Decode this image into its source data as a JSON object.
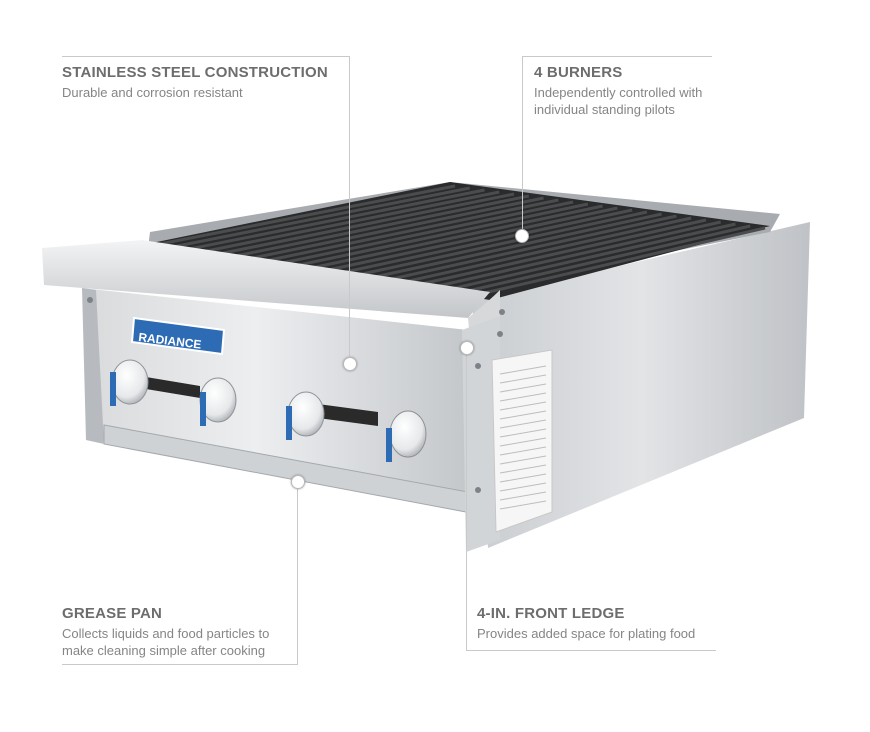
{
  "product": {
    "brand": "RADIANCE"
  },
  "features": {
    "stainless": {
      "title": "STAINLESS STEEL CONSTRUCTION",
      "line1": "Durable and corrosion resistant"
    },
    "burners": {
      "title": "4 BURNERS",
      "line1": "Independently controlled with",
      "line2": "individual standing pilots"
    },
    "grease": {
      "title": "GREASE PAN",
      "line1": "Collects liquids and food particles to",
      "line2": "make cleaning simple after cooking"
    },
    "ledge": {
      "title": "4-IN. FRONT LEDGE",
      "line1": "Provides added space for plating food"
    }
  },
  "colors": {
    "heading": "#6d6d6d",
    "body_text": "#858585",
    "guide_line": "#c9c9c9",
    "logo_blue": "#2d6bb5"
  }
}
